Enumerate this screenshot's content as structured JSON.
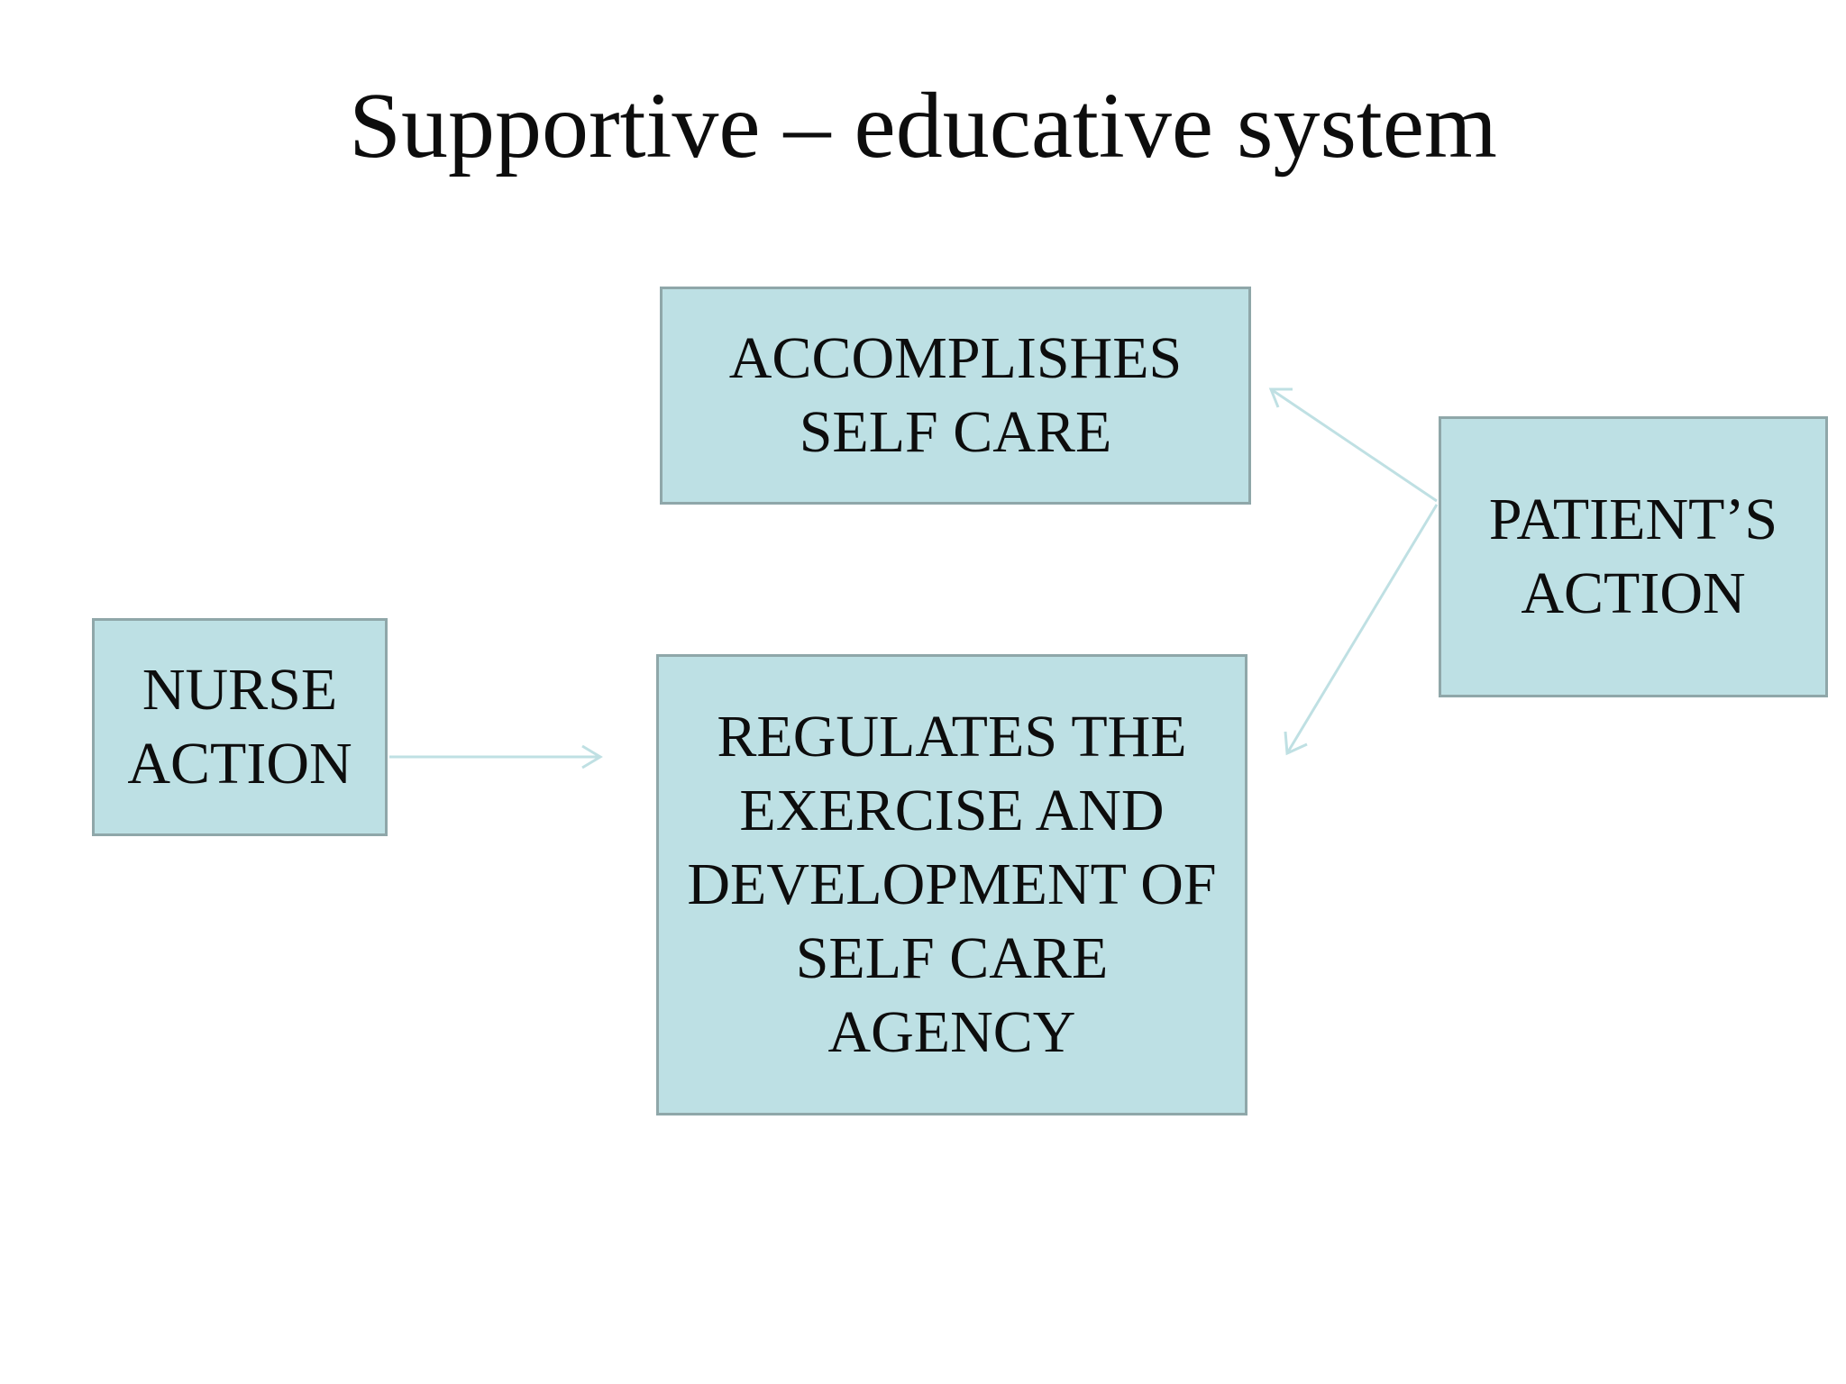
{
  "title": "Supportive – educative system",
  "boxes": {
    "accomplishes": "ACCOMPLISHES\nSELF CARE",
    "regulates": "REGULATES THE\nEXERCISE AND\nDEVELOPMENT OF\nSELF CARE\nAGENCY",
    "nurse": "NURSE\nACTION",
    "patient": "PATIENT’S\nACTION"
  },
  "colors": {
    "box_fill": "#bde0e4",
    "box_border": "#8fa7a9",
    "arrow": "#bfe0e3",
    "text": "#0d0d0d"
  }
}
